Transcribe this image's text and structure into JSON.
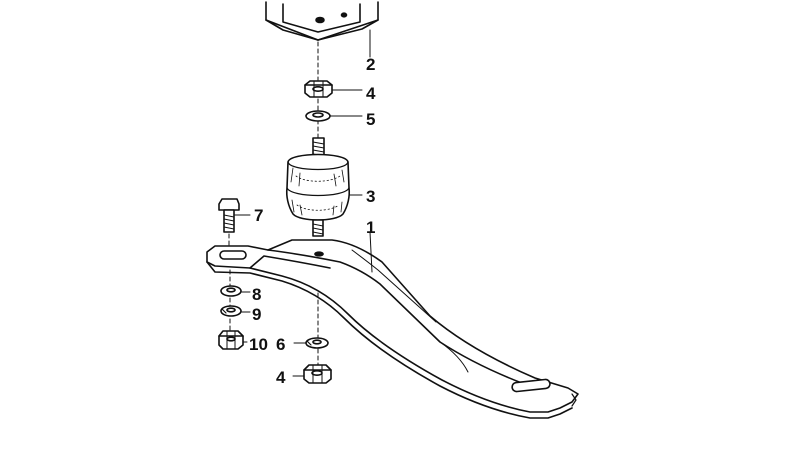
{
  "diagram": {
    "stroke_color": "#111111",
    "background": "#ffffff",
    "callouts": {
      "bracket_top": "2",
      "nut_top": "4",
      "washer_top": "5",
      "rubber_mount": "3",
      "bolt": "7",
      "support_arm": "1",
      "washer_left_a": "8",
      "washer_left_b": "9",
      "nut_left": "10",
      "washer_bottom": "6",
      "nut_bottom": "4"
    }
  }
}
